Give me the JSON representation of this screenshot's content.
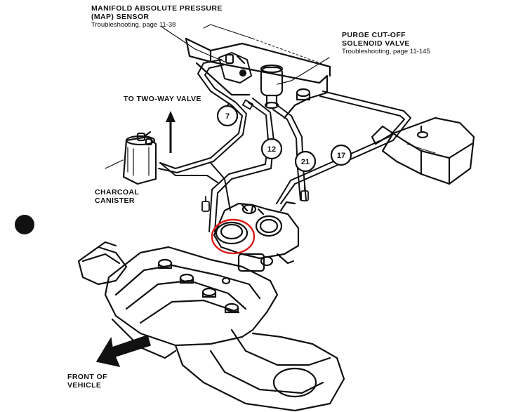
{
  "labels": {
    "map_sensor_line1": "MANIFOLD ABSOLUTE PRESSURE",
    "map_sensor_line2": "(MAP) SENSOR",
    "map_sensor_ref": "Troubleshooting, page 11-38",
    "purge_line1": "PURGE CUT-OFF",
    "purge_line2": "SOLENOID VALVE",
    "purge_ref": "Troubleshooting, page 11-145",
    "two_way_valve": "TO TWO-WAY VALVE",
    "canister_line1": "CHARCOAL",
    "canister_line2": "CANISTER",
    "front_line1": "FRONT OF",
    "front_line2": "VEHICLE"
  },
  "hose_numbers": [
    "7",
    "12",
    "21",
    "17"
  ],
  "colors": {
    "ink": "#111111",
    "highlight": "#e01818",
    "paper": "#ffffff"
  }
}
